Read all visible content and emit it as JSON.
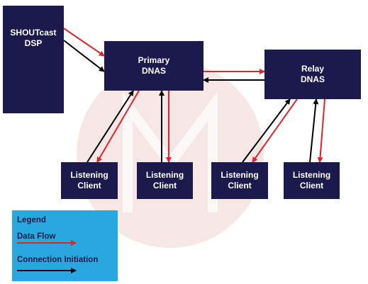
{
  "nodes": {
    "dsp": {
      "line1": "SHOUTcast",
      "line2": "DSP"
    },
    "primary": {
      "line1": "Primary",
      "line2": "DNAS"
    },
    "relay": {
      "line1": "Relay",
      "line2": "DNAS"
    },
    "clients": [
      {
        "line1": "Listening",
        "line2": "Client"
      },
      {
        "line1": "Listening",
        "line2": "Client"
      },
      {
        "line1": "Listening",
        "line2": "Client"
      },
      {
        "line1": "Listening",
        "line2": "Client"
      }
    ]
  },
  "legend": {
    "title": "Legend",
    "data_flow": "Data Flow",
    "connection_initiation": "Connection Initiation"
  },
  "colors": {
    "node_fill": "#1c1a4d",
    "data_flow_arrow": "#e0242a",
    "connection_arrow": "#000000",
    "legend_bg": "#29a8e0"
  }
}
